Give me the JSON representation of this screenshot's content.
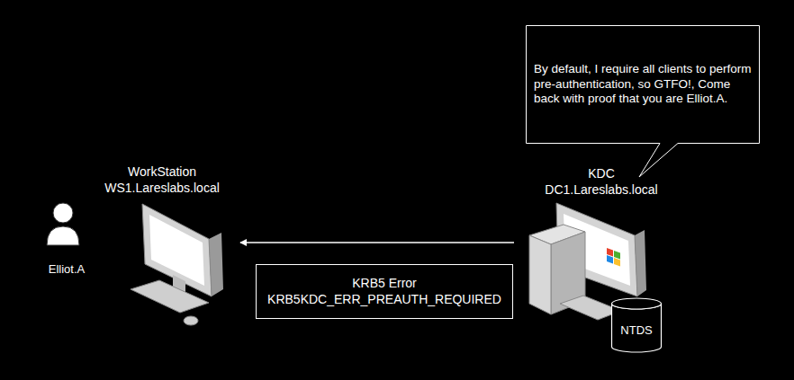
{
  "diagram": {
    "nodes": [
      {
        "text": [
          "By default, I require all clients to perform pre-authentication, so GTFO!, Come back with proof that you are Elliot.A."
        ]
      },
      {
        "text": [
          "Elliot.A"
        ]
      },
      {
        "text": [
          "WorkStation",
          "WS1.Lareslabs.local"
        ]
      },
      {
        "text": [
          "KDC",
          "DC1.Lareslabs.local"
        ]
      },
      {
        "text": [
          "NTDS"
        ],
        "in": 3
      },
      {
        "text": [
          "KRB5 Error",
          "KRB5KDC_ERR_PREAUTH_REQUIRED"
        ]
      }
    ],
    "edges": [
      {
        "from": 3,
        "to": 2,
        "arrow": "to"
      }
    ]
  }
}
